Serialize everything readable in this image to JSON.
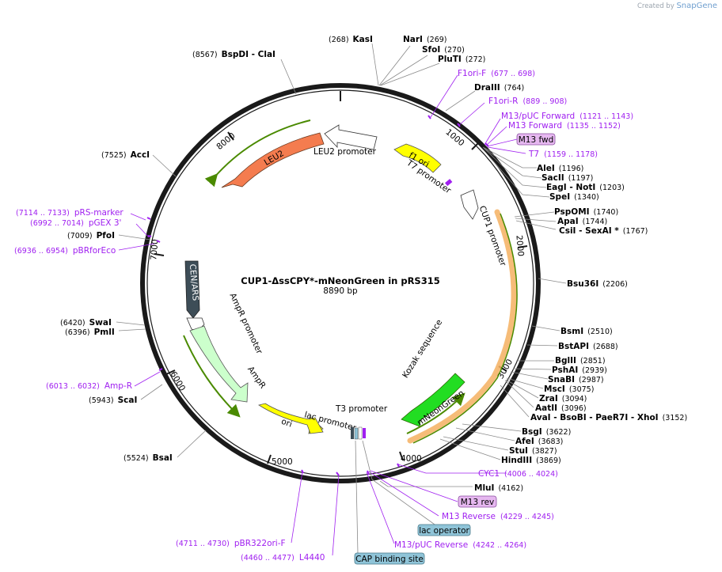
{
  "credit": {
    "created_by": "Created by",
    "brand": "SnapGene"
  },
  "plasmid": {
    "name": "CUP1-ΔssCPY*-mNeonGreen in pRS315",
    "size": "8890 bp",
    "length": 8890
  },
  "ticks": [
    "1000",
    "2000",
    "3000",
    "4000",
    "5000",
    "6000",
    "7000",
    "8000"
  ],
  "sites": [
    {
      "name": "KasI",
      "pos": "(268)"
    },
    {
      "name": "NarI",
      "pos": "(269)"
    },
    {
      "name": "SfoI",
      "pos": "(270)"
    },
    {
      "name": "PluTI",
      "pos": "(272)"
    },
    {
      "name": "DraIII",
      "pos": "(764)"
    },
    {
      "name": "AleI",
      "pos": "(1196)"
    },
    {
      "name": "SacII",
      "pos": "(1197)"
    },
    {
      "name": "EagI - NotI",
      "pos": "(1203)"
    },
    {
      "name": "SpeI",
      "pos": "(1340)"
    },
    {
      "name": "PspOMI",
      "pos": "(1740)"
    },
    {
      "name": "ApaI",
      "pos": "(1744)"
    },
    {
      "name": "CsiI - SexAI *",
      "pos": "(1767)"
    },
    {
      "name": "Bsu36I",
      "pos": "(2206)"
    },
    {
      "name": "BsmI",
      "pos": "(2510)"
    },
    {
      "name": "BstAPI",
      "pos": "(2688)"
    },
    {
      "name": "BglII",
      "pos": "(2851)"
    },
    {
      "name": "PshAI",
      "pos": "(2939)"
    },
    {
      "name": "SnaBI",
      "pos": "(2987)"
    },
    {
      "name": "MscI",
      "pos": "(3075)"
    },
    {
      "name": "ZraI",
      "pos": "(3094)"
    },
    {
      "name": "AatII",
      "pos": "(3096)"
    },
    {
      "name": "AvaI - BsoBI - PaeR7I - XhoI",
      "pos": "(3152)"
    },
    {
      "name": "BsgI",
      "pos": "(3622)"
    },
    {
      "name": "AfeI",
      "pos": "(3683)"
    },
    {
      "name": "StuI",
      "pos": "(3827)"
    },
    {
      "name": "HindIII",
      "pos": "(3869)"
    },
    {
      "name": "MluI",
      "pos": "(4162)"
    },
    {
      "name": "BsaI",
      "pos": "(5524)"
    },
    {
      "name": "ScaI",
      "pos": "(5943)"
    },
    {
      "name": "PmlI",
      "pos": "(6396)"
    },
    {
      "name": "SwaI",
      "pos": "(6420)"
    },
    {
      "name": "PfoI",
      "pos": "(7009)"
    },
    {
      "name": "AccI",
      "pos": "(7525)"
    },
    {
      "name": "BspDI - ClaI",
      "pos": "(8567)"
    }
  ],
  "primers": [
    {
      "name": "F1ori-F",
      "pos": "(677 .. 698)"
    },
    {
      "name": "F1ori-R",
      "pos": "(889 .. 908)"
    },
    {
      "name": "M13/pUC Forward",
      "pos": "(1121 .. 1143)"
    },
    {
      "name": "M13 Forward",
      "pos": "(1135 .. 1152)"
    },
    {
      "name": "M13 fwd",
      "pos": ""
    },
    {
      "name": "T7",
      "pos": "(1159 .. 1178)"
    },
    {
      "name": "pRS-marker",
      "pos": "(7114 .. 7133)"
    },
    {
      "name": "pGEX 3'",
      "pos": "(6992 .. 7014)"
    },
    {
      "name": "pBRforEco",
      "pos": "(6936 .. 6954)"
    },
    {
      "name": "Amp-R",
      "pos": "(6013 .. 6032)"
    },
    {
      "name": "CYC1",
      "pos": "(4006 .. 4024)"
    },
    {
      "name": "M13 rev",
      "pos": ""
    },
    {
      "name": "M13 Reverse",
      "pos": "(4229 .. 4245)"
    },
    {
      "name": "M13/pUC Reverse",
      "pos": "(4242 .. 4264)"
    },
    {
      "name": "pBR322ori-F",
      "pos": "(4711 .. 4730)"
    },
    {
      "name": "L4440",
      "pos": "(4460 .. 4477)"
    }
  ],
  "boxed": {
    "lac_operator": "lac operator",
    "cap_binding_site": "CAP binding site"
  },
  "features": {
    "leu2": "LEU2",
    "leu2_promoter": "LEU2 promoter",
    "f1_ori": "f1 ori",
    "t7_promoter": "T7 promoter",
    "cup1_promoter": "CUP1 promoter",
    "cen_ars": "CEN/ARS",
    "ampr_promoter": "AmpR promoter",
    "ampr": "AmpR",
    "ori": "ori",
    "lac_promoter": "lac promoter",
    "t3_promoter": "T3 promoter",
    "mneongreen": "mNeonGreen",
    "kozak": "Kozak sequence"
  },
  "colors": {
    "backbone": "#1a1a1a",
    "leu2": "#f47c4f",
    "ori": "#ffff00",
    "ampr": "#ccffcc",
    "mneongreen": "#22dd22",
    "cen_ars": "#3d4d57",
    "orf_arrow": "#4a8a00",
    "cds_orange": "#f5b060",
    "primer": "#a020f0",
    "lac_operator_box": "#8fc4d8",
    "m13_box": "#e6b8f0"
  }
}
